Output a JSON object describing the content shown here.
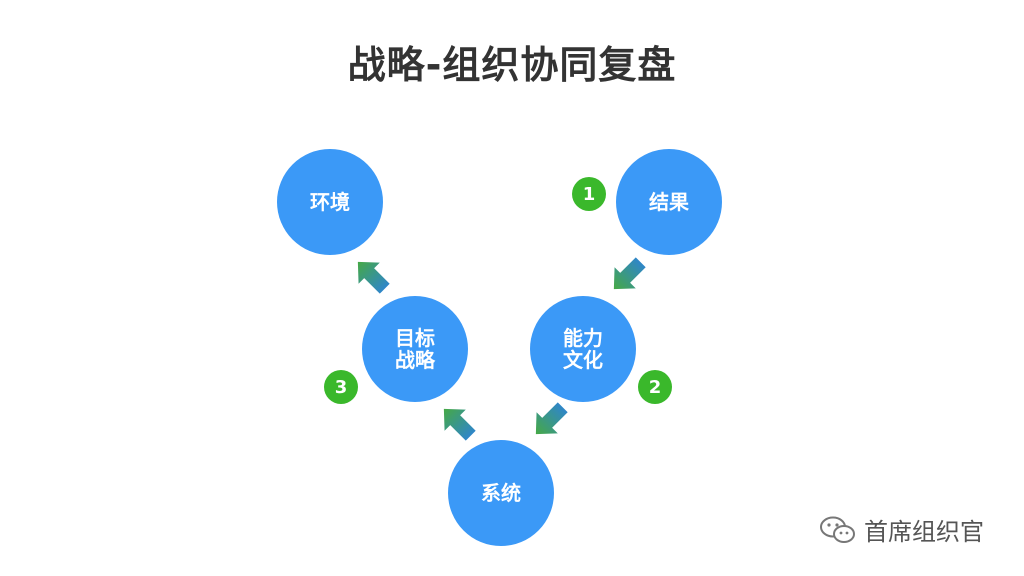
{
  "title": "战略-组织协同复盘",
  "colors": {
    "node": "#3b99f7",
    "badge": "#3ab82b",
    "arrow_start": "#46a945",
    "arrow_end": "#2f86c9",
    "title": "#333333"
  },
  "nodes": [
    {
      "id": "environment",
      "lines": [
        "环境"
      ]
    },
    {
      "id": "result",
      "lines": [
        "结果"
      ]
    },
    {
      "id": "goal-strategy",
      "lines": [
        "目标",
        "战略"
      ]
    },
    {
      "id": "capability-culture",
      "lines": [
        "能力",
        "文化"
      ]
    },
    {
      "id": "system",
      "lines": [
        "系统"
      ]
    }
  ],
  "badges": [
    "1",
    "2",
    "3"
  ],
  "watermark": {
    "icon": "wechat-icon",
    "text": "首席组织官"
  }
}
